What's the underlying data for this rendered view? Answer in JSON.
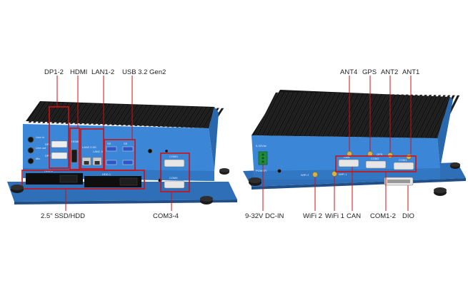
{
  "left_unit": {
    "labels": {
      "dp": "DP1-2",
      "hdmi": "HDMI",
      "lan": "LAN1-2",
      "usb": "USB 3.2 Gen2",
      "ssd": "2.5\" SSD/HDD",
      "com": "COM3-4"
    },
    "panel_text": {
      "line_in": "Line in",
      "line_out": "Line out",
      "mic": "Mic",
      "dp1": "DP1",
      "dp2": "DP2",
      "hdmi": "HDMI",
      "lan2": "LAN2 2.5G",
      "lan1": "LAN1 1G",
      "ss10a": "SS",
      "ss10b": "SS",
      "com3": "COM3",
      "com4": "COM4",
      "hdd1": "HDD 2",
      "hdd2": "HDD 1"
    }
  },
  "right_unit": {
    "labels": {
      "ant4": "ANT4",
      "gps": "GPS",
      "ant2": "ANT2",
      "ant1": "ANT1",
      "dcin": "9-32V DC-IN",
      "wifi2": "WiFi 2",
      "wifi1": "WiFi 1",
      "can": "CAN",
      "com12": "COM1-2",
      "dio": "DIO"
    },
    "panel_text": {
      "dc": "9-32Vdc",
      "power": "POWER",
      "can": "CAN",
      "com2": "COM2",
      "com1": "COM1",
      "wifi2": "WiFi 2",
      "wifi1": "WiFi 1",
      "gps": "GPS"
    }
  },
  "colors": {
    "chassis_blue": "#3b86d6",
    "chassis_shadow": "#2a68ad",
    "heatsink": "#1b1b1b",
    "callout_red": "#d01010"
  }
}
